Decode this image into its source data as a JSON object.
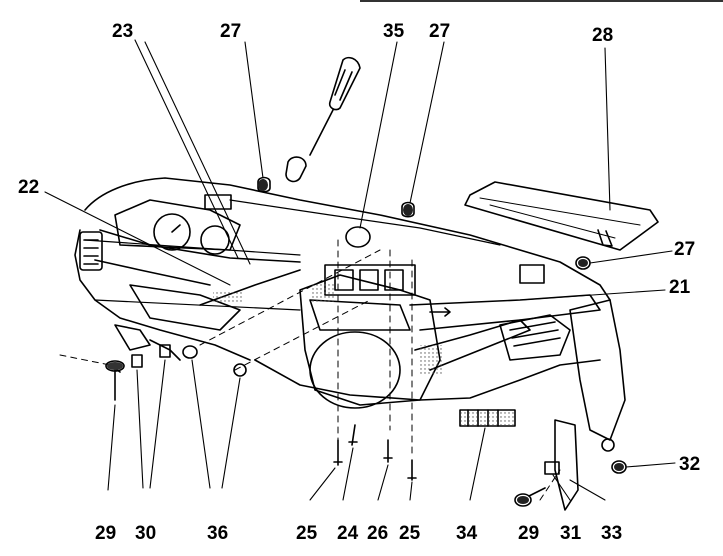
{
  "diagram": {
    "callouts": [
      "23",
      "27",
      "35",
      "27",
      "28",
      "22",
      "27",
      "21",
      "32",
      "29",
      "30",
      "36",
      "25",
      "24",
      "26",
      "25",
      "34",
      "29",
      "31",
      "33"
    ]
  },
  "colors": {
    "ink": "#000000",
    "paper": "#ffffff",
    "shade": "#bdbdbd"
  }
}
